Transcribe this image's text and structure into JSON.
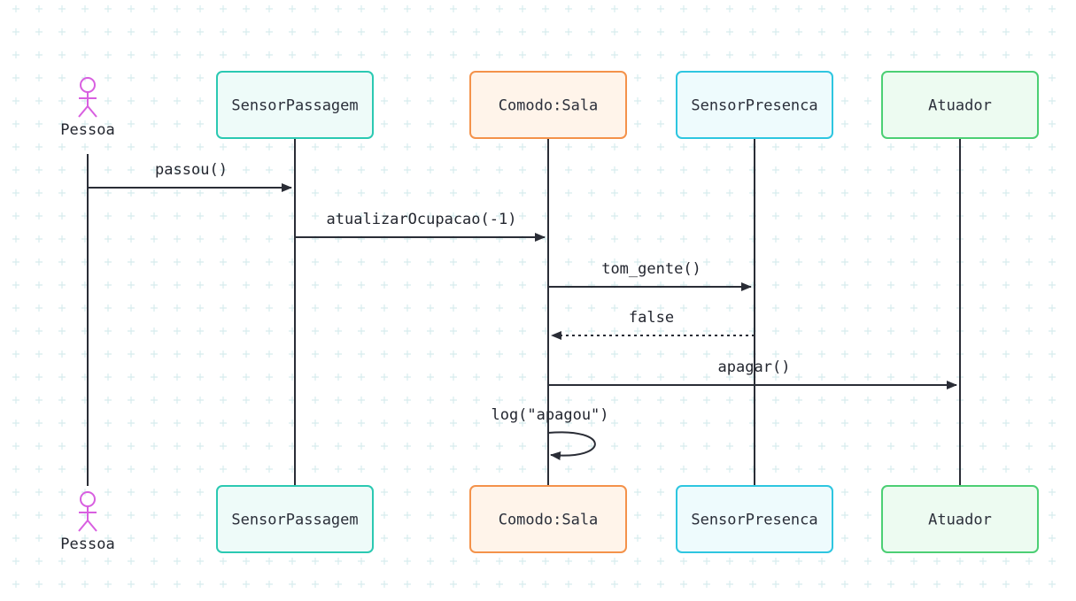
{
  "diagram": {
    "type": "sequence",
    "actor": {
      "name": "Pessoa",
      "color": "#d85fe0"
    },
    "participants": [
      {
        "id": "p1",
        "name": "SensorPassagem",
        "fill": "#eefbf9",
        "stroke": "#2bc9b2"
      },
      {
        "id": "p2",
        "name": "Comodo:Sala",
        "fill": "#fff4ea",
        "stroke": "#f4924a"
      },
      {
        "id": "p3",
        "name": "SensorPresenca",
        "fill": "#eefbfd",
        "stroke": "#2ec6e0"
      },
      {
        "id": "p4",
        "name": "Atuador",
        "fill": "#edfbf1",
        "stroke": "#4ccf74"
      }
    ],
    "messages": [
      {
        "from": "actor",
        "to": "p1",
        "label": "passou()",
        "style": "solid"
      },
      {
        "from": "p1",
        "to": "p2",
        "label": "atualizarOcupacao(-1)",
        "style": "solid"
      },
      {
        "from": "p2",
        "to": "p3",
        "label": "tom_gente()",
        "style": "solid"
      },
      {
        "from": "p3",
        "to": "p2",
        "label": "false",
        "style": "dotted"
      },
      {
        "from": "p2",
        "to": "p4",
        "label": "apagar()",
        "style": "solid"
      },
      {
        "from": "p2",
        "to": "p2",
        "label": "log(\"apagou\")",
        "style": "self"
      }
    ],
    "colors": {
      "line": "#2a2d36",
      "grid": "#d7ecee"
    }
  }
}
